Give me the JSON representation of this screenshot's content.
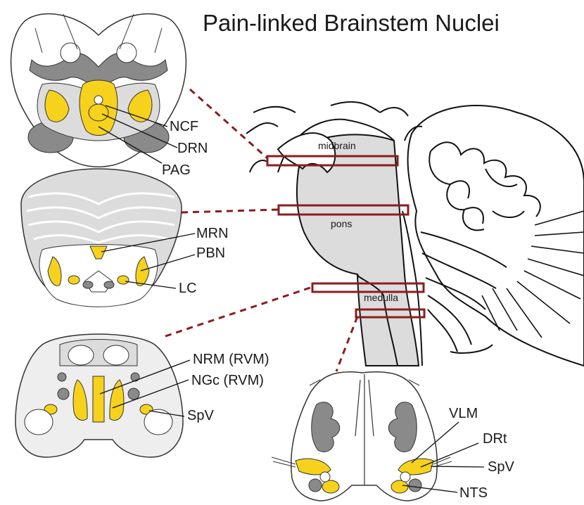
{
  "title": "Pain-linked Brainstem Nuclei",
  "colors": {
    "nucleus_highlight": "#f7d21c",
    "section_box": "#8b1d1d",
    "tissue_gray": "#dcdcdc",
    "dark_gray": "#8a8a8a"
  },
  "levels": {
    "midbrain": "midbrain",
    "pons": "pons",
    "medulla": "medulla"
  },
  "midbrain_section": {
    "labels": [
      "NCF",
      "DRN",
      "PAG"
    ]
  },
  "pons_section": {
    "labels": [
      "MRN",
      "PBN",
      "LC"
    ]
  },
  "rostral_medulla_section": {
    "labels": [
      "NRM (RVM)",
      "NGc (RVM)",
      "SpV"
    ]
  },
  "caudal_medulla_section": {
    "labels": [
      "VLM",
      "DRt",
      "SpV",
      "NTS"
    ]
  }
}
